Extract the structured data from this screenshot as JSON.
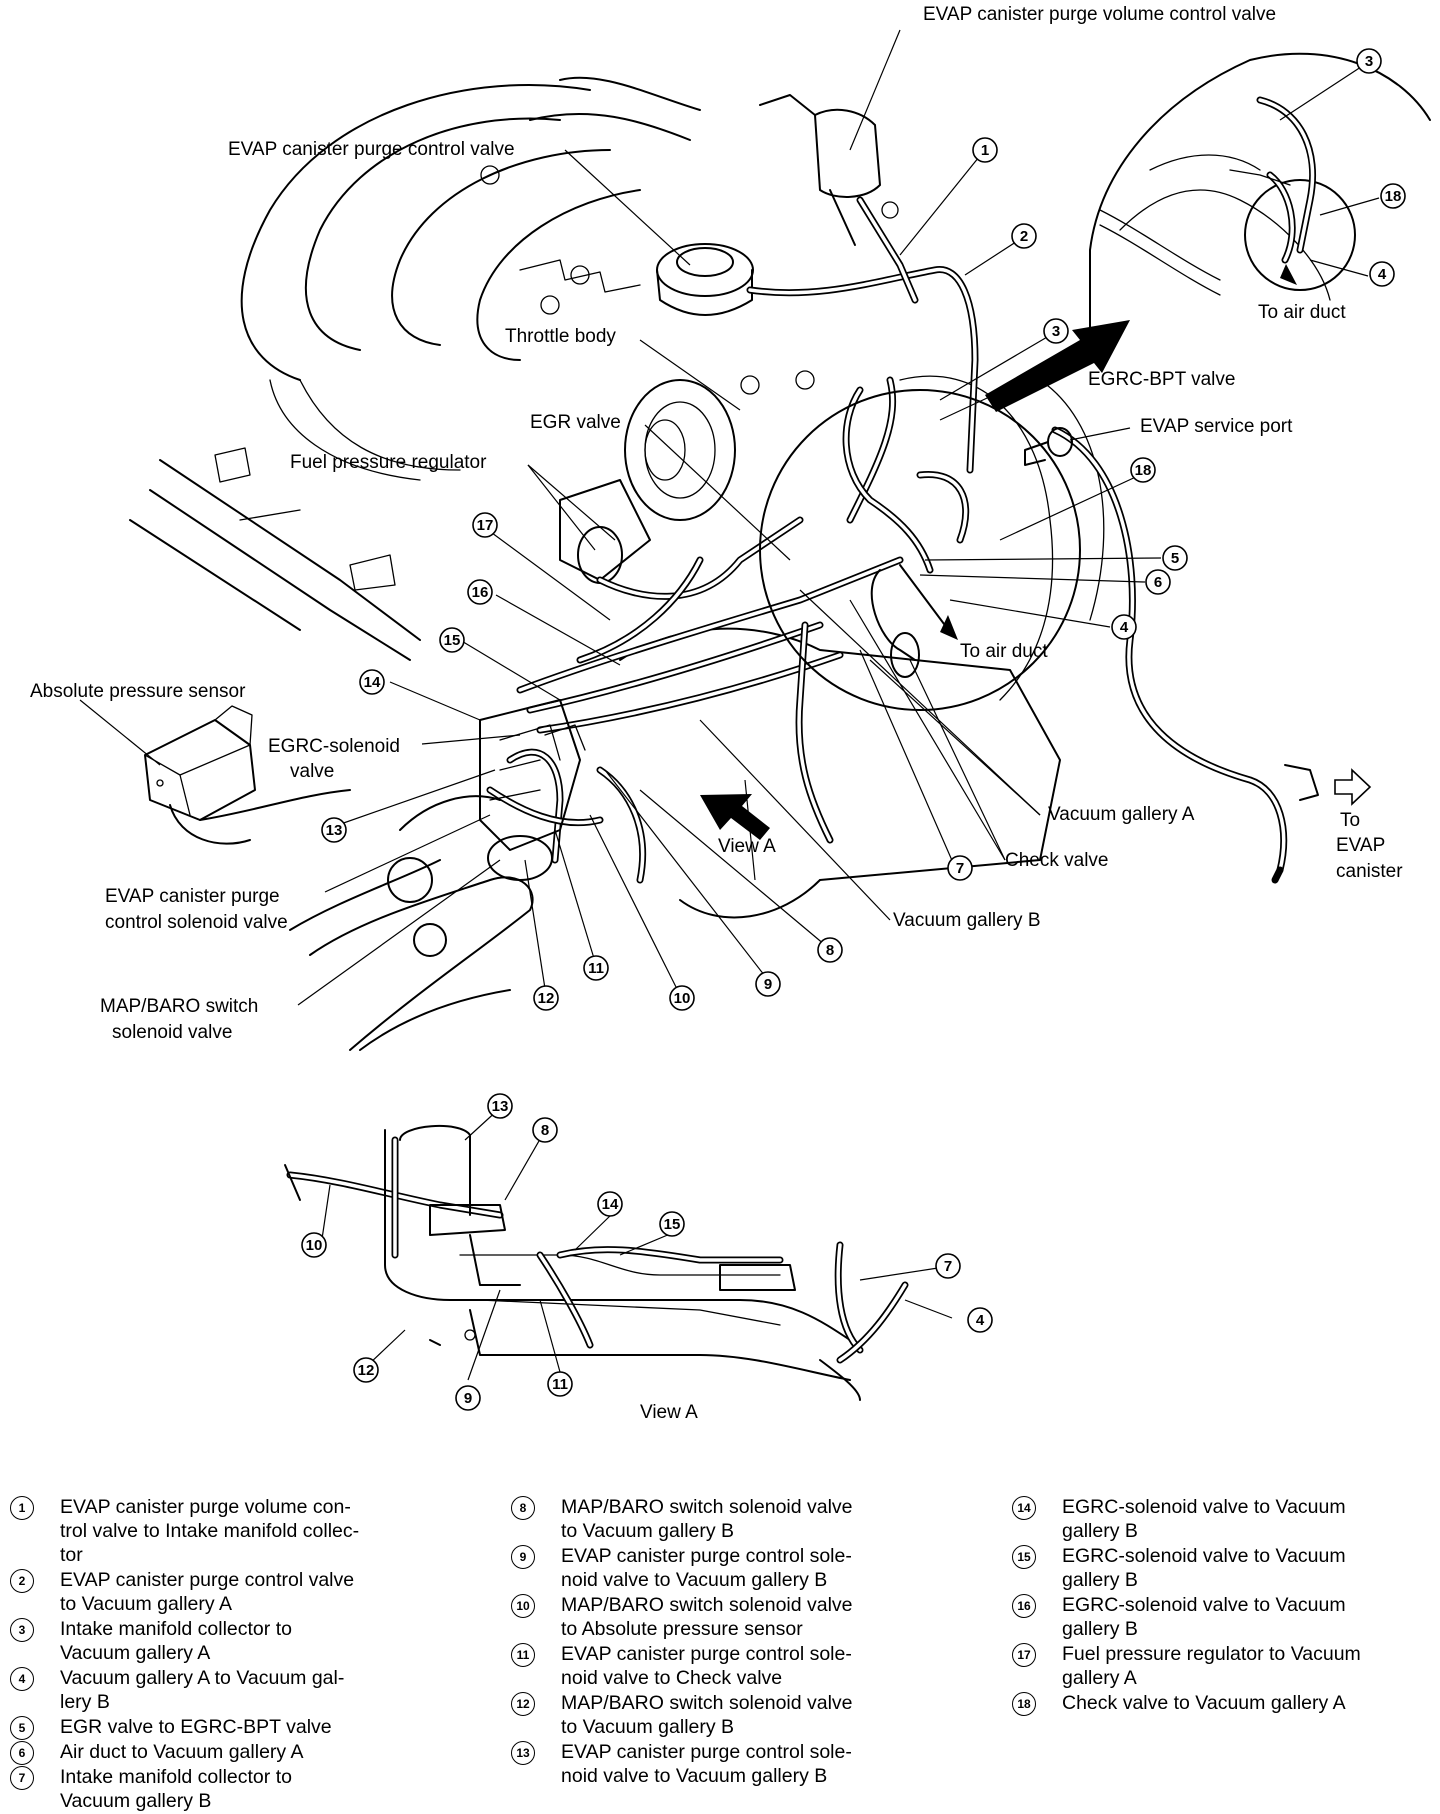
{
  "callouts": {
    "evap_purge_volume_valve": "EVAP canister purge volume control valve",
    "evap_purge_control_valve": "EVAP canister purge control valve",
    "throttle_body": "Throttle body",
    "egrc_bpt_valve": "EGRC-BPT valve",
    "evap_service_port": "EVAP service port",
    "egr_valve": "EGR valve",
    "fuel_pressure_regulator": "Fuel pressure regulator",
    "to_air_duct_main": "To air duct",
    "to_air_duct_inset": "To air duct",
    "absolute_pressure_sensor": "Absolute pressure sensor",
    "egrc_solenoid_valve_1": "EGRC-solenoid",
    "egrc_solenoid_valve_2": "valve",
    "vacuum_gallery_a": "Vacuum gallery A",
    "check_valve": "Check valve",
    "view_a_arrow": "View A",
    "to_evap_canister_1": "To",
    "to_evap_canister_2": "EVAP",
    "to_evap_canister_3": "canister",
    "evap_purge_solenoid_1": "EVAP canister purge",
    "evap_purge_solenoid_2": "control solenoid valve",
    "vacuum_gallery_b": "Vacuum gallery B",
    "map_baro_1": "MAP/BARO switch",
    "map_baro_2": "solenoid valve",
    "view_a_caption": "View A"
  },
  "numbers": {
    "n1": "1",
    "n2": "2",
    "n3": "3",
    "n4": "4",
    "n5": "5",
    "n6": "6",
    "n7": "7",
    "n8": "8",
    "n9": "9",
    "n10": "10",
    "n11": "11",
    "n12": "12",
    "n13": "13",
    "n14": "14",
    "n15": "15",
    "n16": "16",
    "n17": "17",
    "n18": "18"
  },
  "legend": [
    {
      "num": "1",
      "text": "EVAP canister purge volume con-\ntrol valve to Intake manifold collec-\ntor"
    },
    {
      "num": "2",
      "text": "EVAP canister purge control valve\nto Vacuum gallery A"
    },
    {
      "num": "3",
      "text": "Intake manifold collector to\nVacuum gallery A"
    },
    {
      "num": "4",
      "text": "Vacuum gallery A to Vacuum gal-\nlery B"
    },
    {
      "num": "5",
      "text": "EGR valve to EGRC-BPT valve"
    },
    {
      "num": "6",
      "text": "Air duct to Vacuum gallery A"
    },
    {
      "num": "7",
      "text": "Intake manifold collector to\nVacuum gallery B"
    },
    {
      "num": "8",
      "text": "MAP/BARO switch solenoid valve\nto Vacuum gallery B"
    },
    {
      "num": "9",
      "text": "EVAP canister purge control sole-\nnoid valve to Vacuum gallery B"
    },
    {
      "num": "10",
      "text": "MAP/BARO switch solenoid valve\nto Absolute pressure sensor"
    },
    {
      "num": "11",
      "text": "EVAP canister purge control sole-\nnoid valve to Check valve"
    },
    {
      "num": "12",
      "text": "MAP/BARO switch solenoid valve\nto Vacuum gallery B"
    },
    {
      "num": "13",
      "text": "EVAP canister purge control sole-\nnoid valve to Vacuum gallery B"
    },
    {
      "num": "14",
      "text": "EGRC-solenoid valve to Vacuum\ngallery B"
    },
    {
      "num": "15",
      "text": "EGRC-solenoid valve to Vacuum\ngallery B"
    },
    {
      "num": "16",
      "text": "EGRC-solenoid valve to Vacuum\ngallery B"
    },
    {
      "num": "17",
      "text": "Fuel pressure regulator to Vacuum\ngallery A"
    },
    {
      "num": "18",
      "text": "Check valve to Vacuum gallery A"
    }
  ]
}
